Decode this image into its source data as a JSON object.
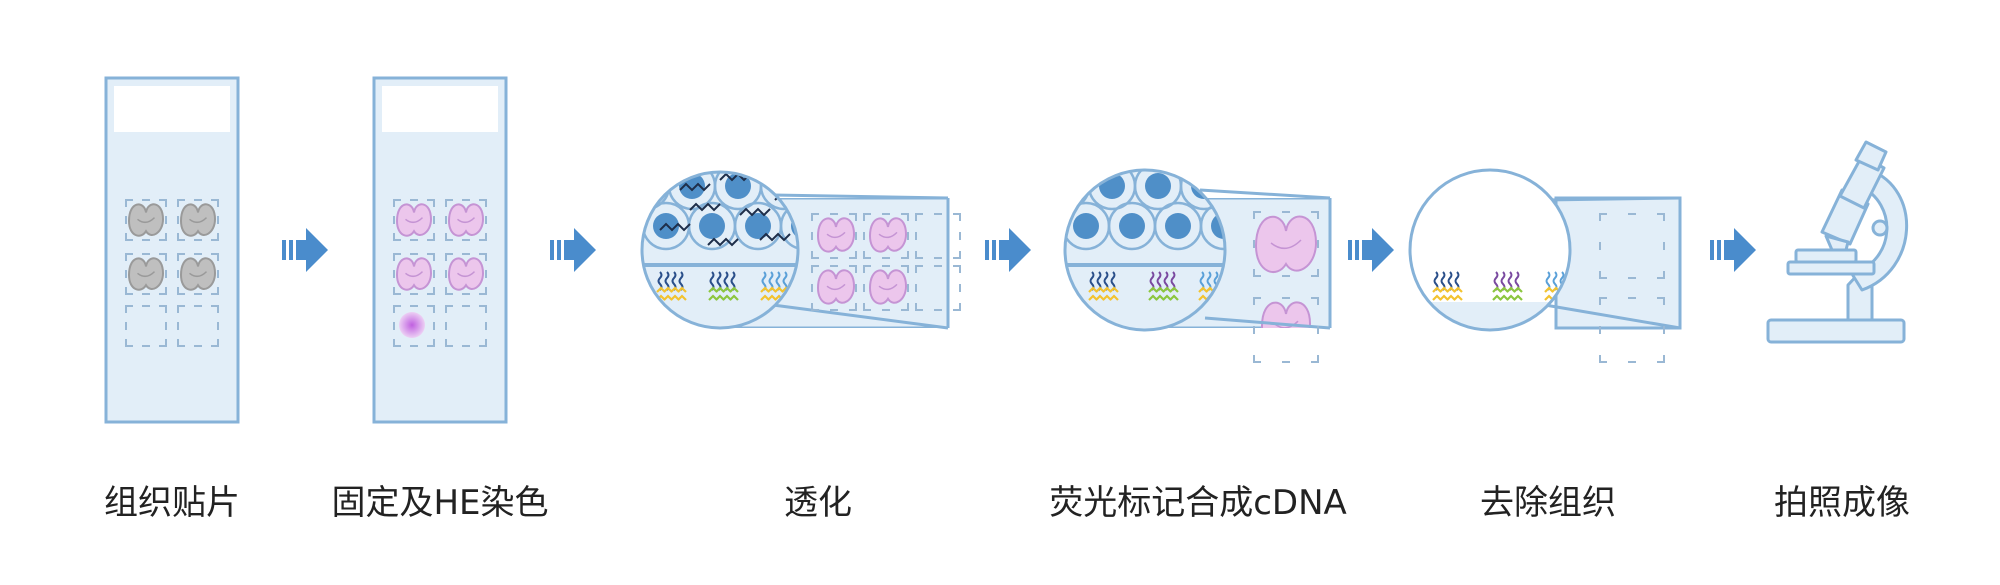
{
  "steps": [
    {
      "label": "组织贴片"
    },
    {
      "label": "固定及HE染色"
    },
    {
      "label": "透化"
    },
    {
      "label": "荧光标记合成cDNA"
    },
    {
      "label": "去除组织"
    },
    {
      "label": "拍照成像"
    }
  ],
  "icons": {
    "arrow": "right-arrow-icon",
    "microscope": "microscope-icon"
  },
  "colors": {
    "slide_fill": "#e2eef8",
    "slide_stroke": "#86b2d8",
    "arrow": "#4a8ccc",
    "nucleus": "#4f8fc8",
    "tissue_grey": "#bfbfbf",
    "tissue_pink": "#ecc6ec",
    "he_spot": "#c060e0",
    "probe_dark": "#2a4f8a",
    "probe_purple": "#7a4aa0",
    "probe_light": "#5aa0d8",
    "primer_yellow": "#f2c330",
    "primer_green": "#8cc63f",
    "label_text": "#222222"
  }
}
